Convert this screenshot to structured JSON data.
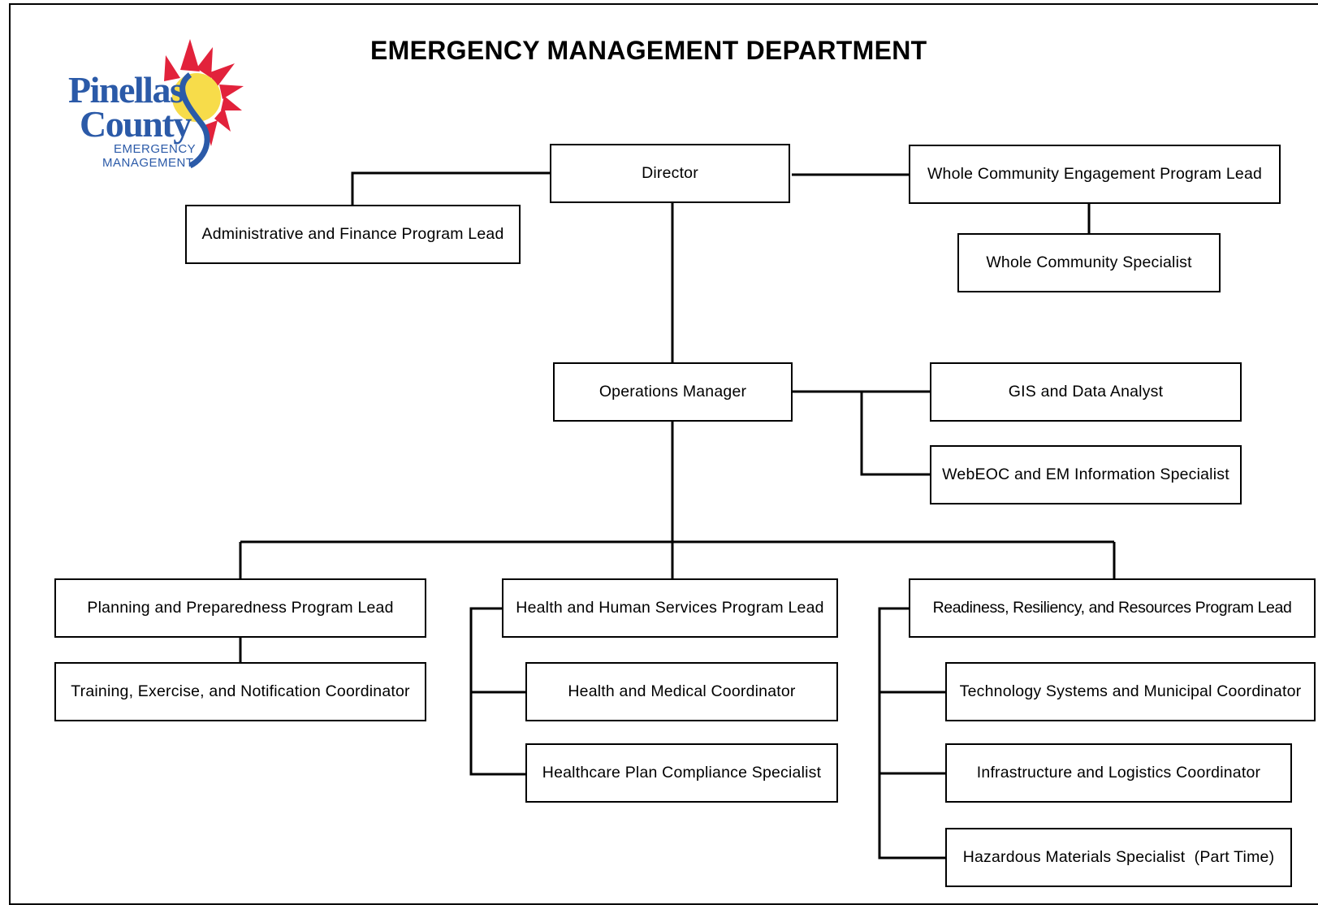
{
  "title": "EMERGENCY MANAGEMENT DEPARTMENT",
  "logo": {
    "line1": "Pinellas",
    "line2": "County",
    "line3": "EMERGENCY",
    "line4": "MANAGEMENT",
    "colors": {
      "text": "#2b5aa8",
      "sun": "#f7dc4a",
      "rays": "#e2223b"
    }
  },
  "positions": {
    "director": "Director",
    "admin_finance": "Administrative and Finance Program Lead",
    "whole_community_lead": "Whole Community Engagement Program Lead",
    "whole_community_specialist": "Whole Community Specialist",
    "operations_manager": "Operations Manager",
    "gis_analyst": "GIS and Data Analyst",
    "webeoc_specialist": "WebEOC and EM Information Specialist",
    "planning_lead": "Planning and Preparedness Program Lead",
    "training_coordinator": "Training, Exercise, and Notification Coordinator",
    "hhs_lead": "Health and Human Services Program Lead",
    "health_medical_coordinator": "Health and Medical Coordinator",
    "healthcare_compliance": "Healthcare Plan Compliance Specialist",
    "rrr_lead": "Readiness, Resiliency, and Resources Program Lead",
    "tech_municipal_coordinator": "Technology Systems and Municipal Coordinator",
    "infrastructure_coordinator": "Infrastructure and Logistics Coordinator",
    "hazmat_specialist": "Hazardous Materials Specialist  (Part Time)"
  }
}
